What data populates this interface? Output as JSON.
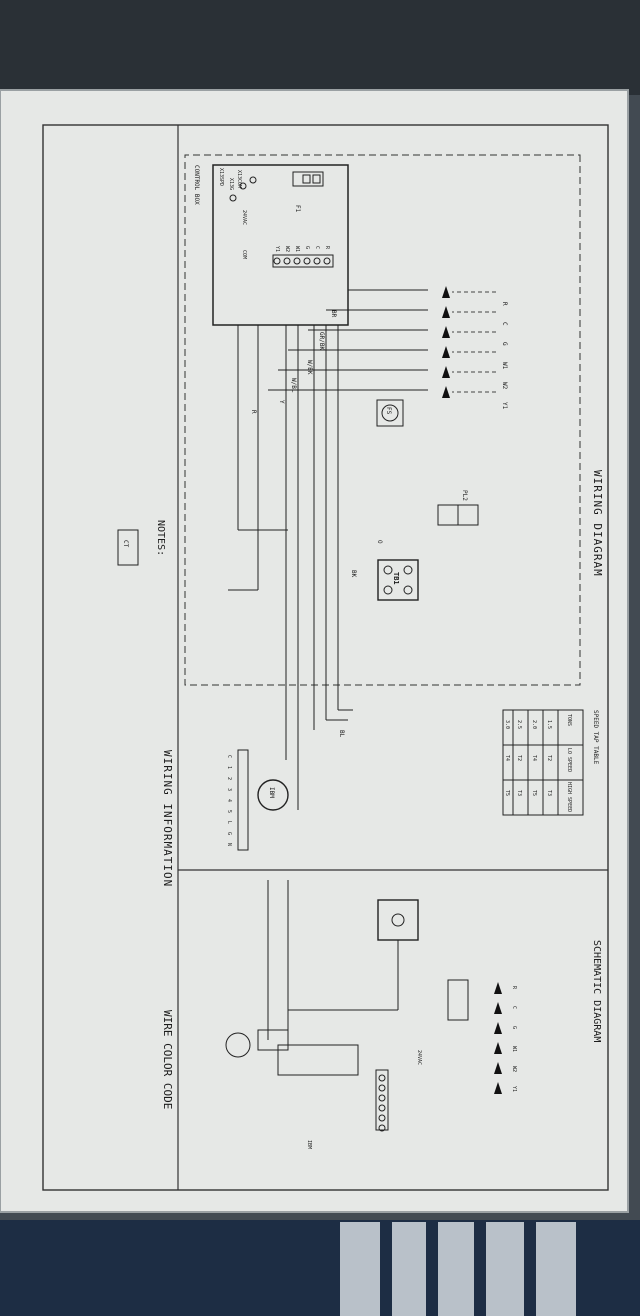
{
  "labels": {
    "wiring_diagram": "WIRING DIAGRAM",
    "schematic_diagram": "SCHEMATIC DIAGRAM",
    "wiring_information": "WIRING INFORMATION",
    "wire_color_code": "WIRE COLOR CODE",
    "notes": "NOTES:",
    "control_box": "CONTROL BOX",
    "speed_tap_table": "SPEED TAP TABLE",
    "tb1": "TB1",
    "pl2": "PL2",
    "ct": "CT",
    "ibm": "IBM",
    "fs": "FS",
    "f1": "F1",
    "vac24": "24VAC",
    "com": "COM"
  },
  "thermostat_terminals": [
    "R",
    "C",
    "G",
    "W1",
    "W2",
    "Y1"
  ],
  "board_terminals": [
    "R",
    "C",
    "G",
    "W1",
    "W2",
    "Y1"
  ],
  "board_outputs": [
    "X13COM",
    "X13G",
    "X13SPD"
  ],
  "wire_labels": [
    "BR",
    "GR/BK",
    "W/BK",
    "W/BL",
    "Y",
    "BL",
    "R",
    "BK",
    "O"
  ],
  "motor_taps": [
    "C",
    "1",
    "2",
    "3",
    "4",
    "5",
    "L",
    "G",
    "N"
  ],
  "speed_table": {
    "headers": [
      "TONS",
      "LO SPEED",
      "HIGH SPEED"
    ],
    "rows": [
      [
        "1.5",
        "T2",
        "T3"
      ],
      [
        "2.0",
        "T4",
        "T5"
      ],
      [
        "2.5",
        "T2",
        "T3"
      ],
      [
        "3.0",
        "T4",
        "T5"
      ]
    ]
  }
}
